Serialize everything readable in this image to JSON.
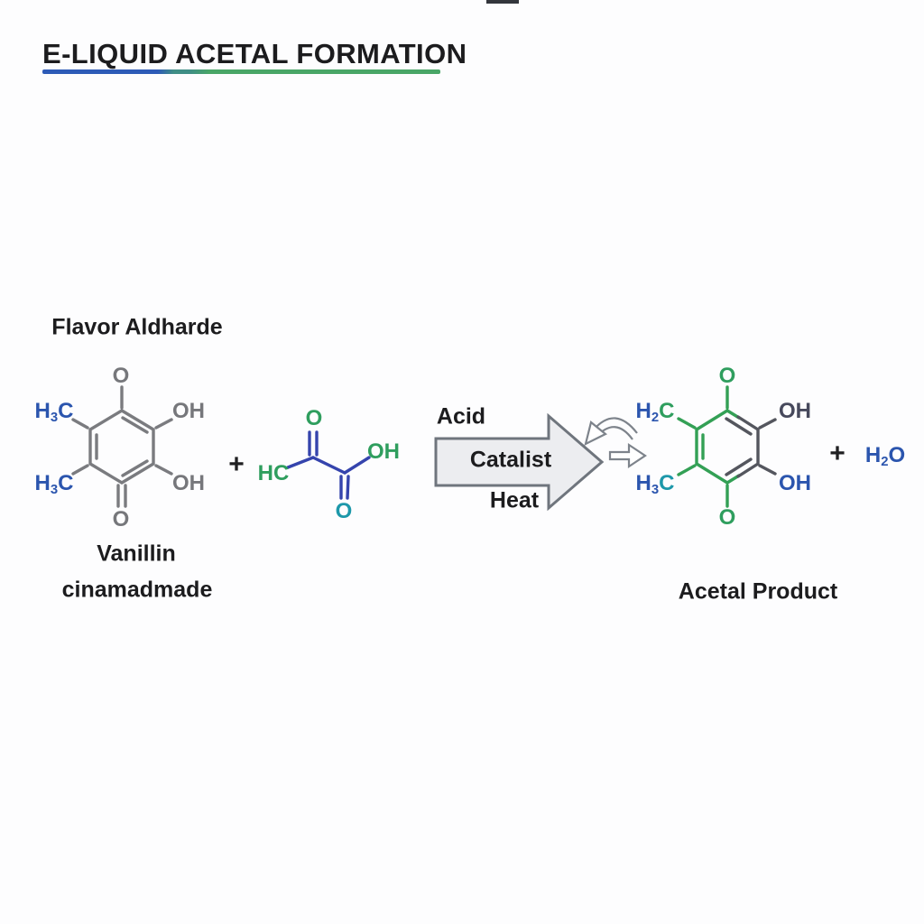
{
  "header": {
    "title": "E-LIQUID ACETAL FORMATION"
  },
  "reactants": {
    "flavor_heading": "Flavor Aldharde",
    "caption_line1": "Vanillin",
    "caption_line2": "cinamadmade",
    "plus": "+",
    "vanillin": {
      "o_top": "O",
      "o_bottom": "O",
      "oh_top": "OH",
      "oh_bottom": "OH",
      "h3c_top": {
        "h": "H",
        "sub": "3",
        "c": "C"
      },
      "h3c_bottom": {
        "h": "H",
        "sub": "3",
        "c": "C"
      }
    },
    "acid_molecule": {
      "hc": "HC",
      "o_top": "O",
      "oh": "OH",
      "o_bottom": "O"
    }
  },
  "reaction": {
    "above_arrow": "Acid",
    "inside_arrow": "Catalist",
    "below_arrow": "Heat"
  },
  "products": {
    "heading": "Acetal Product",
    "plus": "+",
    "water": {
      "h": "H",
      "sub": "2",
      "o": "O"
    },
    "acetal": {
      "o_top": "O",
      "o_bottom": "O",
      "oh_top": "OH",
      "oh_bottom": "OH",
      "h2c": {
        "h": "H",
        "sub": "2",
        "c": "C"
      },
      "h3c": {
        "h": "H",
        "sub": "3",
        "c": "C"
      }
    }
  },
  "colors": {
    "title_black": "#1c1c1e",
    "underline_blue": "#2d5bb7",
    "underline_green": "#49a667",
    "bond_gray": "#7a7b7f",
    "bond_blue": "#3544ad",
    "bond_green": "#33a055",
    "bond_dark": "#54565e",
    "atom_blue": "#2b55ae",
    "atom_green": "#2f9e5e",
    "atom_teal": "#1d98aa",
    "atom_dark": "#47495c",
    "arrow_fill": "#ecedf0",
    "arrow_stroke": "#6f757d"
  }
}
